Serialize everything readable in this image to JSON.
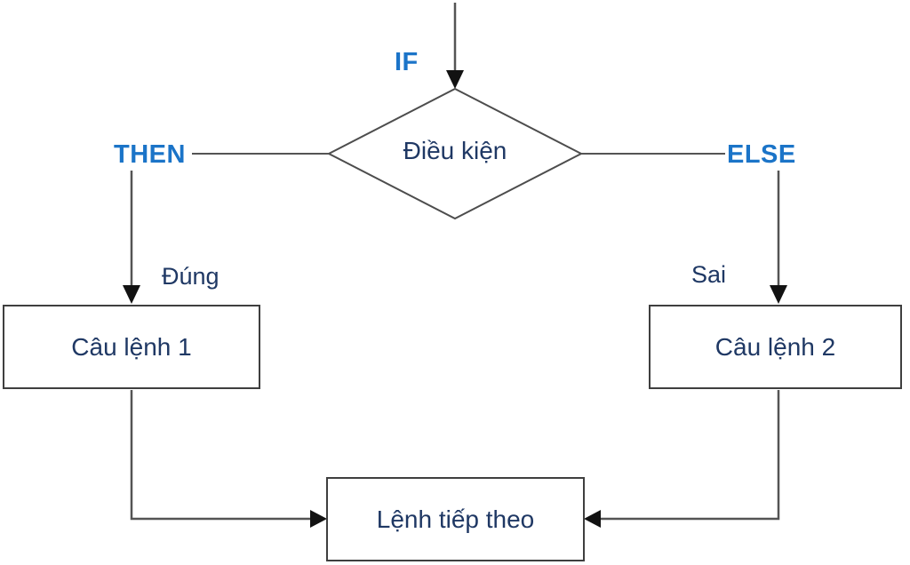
{
  "diagram": {
    "type": "flowchart-if-then-else",
    "keywords": {
      "if": "IF",
      "then": "THEN",
      "else": "ELSE"
    },
    "condition": {
      "label": "Điều kiện"
    },
    "branch_labels": {
      "true": "Đúng",
      "false": "Sai"
    },
    "boxes": {
      "statement1": "Câu lệnh 1",
      "statement2": "Câu lệnh 2",
      "next": "Lệnh tiếp theo"
    },
    "edges": [
      "start -> condition (IF)",
      "condition -> statement1 (THEN / Đúng)",
      "condition -> statement2 (ELSE / Sai)",
      "statement1 -> next",
      "statement2 -> next"
    ]
  },
  "colors": {
    "keyword_blue": "#1b74c8",
    "shape_text": "#1f3864",
    "line_gray": "#545454",
    "border_gray": "#3f3f3f",
    "arrowhead_black": "#121212",
    "background": "#ffffff"
  }
}
